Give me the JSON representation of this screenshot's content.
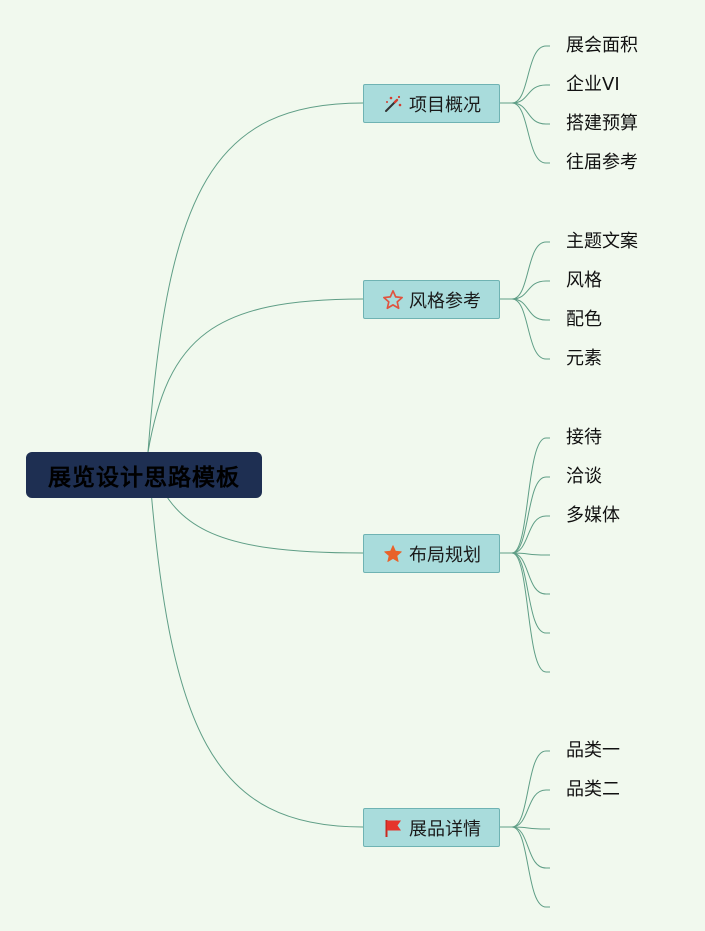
{
  "root": {
    "title": "展览设计思路模板"
  },
  "branches": [
    {
      "label": "项目概况",
      "icon": "magic-wand-icon",
      "leaves": [
        "展会面积",
        "企业VI",
        "搭建预算",
        "往届参考"
      ]
    },
    {
      "label": "风格参考",
      "icon": "star-outline-icon",
      "leaves": [
        "主题文案",
        "风格",
        "配色",
        "元素"
      ]
    },
    {
      "label": "布局规划",
      "icon": "star-filled-icon",
      "leaves": [
        "接待",
        "洽谈",
        "多媒体",
        "",
        "",
        "",
        ""
      ]
    },
    {
      "label": "展品详情",
      "icon": "red-flag-icon",
      "leaves": [
        "品类一",
        "品类二",
        "",
        "",
        ""
      ]
    }
  ],
  "colors": {
    "background": "#f1f9ee",
    "root_fill": "#1e2f52",
    "branch_fill": "#a9dcdc",
    "connector": "#5f9e86",
    "star_outline": "#e0533f",
    "star_filled": "#e8622a",
    "flag": "#e5352b"
  }
}
